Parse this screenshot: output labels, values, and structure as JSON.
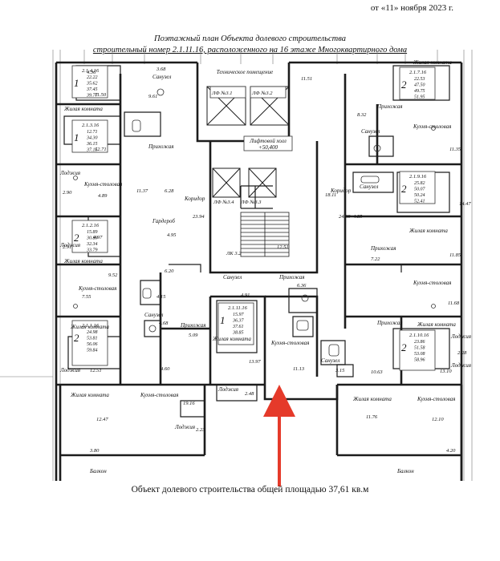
{
  "header": {
    "date": "от «11» ноября 2023 г.",
    "title_line1": "Поэтажный план Объекта долевого строительства",
    "title_line2": "строительный номер 2.1.11.16, расположенного на 16 этаже Многоквартирного дома"
  },
  "caption": "Объект долевого строительства общей площадью 37,61 кв.м",
  "colors": {
    "arrow": "#e53a2a",
    "line": "#1c1c1c"
  },
  "plan": {
    "rooms": {
      "zhilaya": "Жилая комната",
      "kukhnya": "Кухня-столовая",
      "prikhozhaya": "Прихожая",
      "sanuzel": "Санузел",
      "lodzhiya": "Лоджия",
      "balkon": "Балкон",
      "koridor": "Коридор",
      "garderob": "Гардероб",
      "lift_holl": "Лифтовой холл",
      "tekhn": "Техническое помещение"
    },
    "lifts": [
      "ЛФ №3.1",
      "ЛФ №3.2",
      "ЛФ №3.3",
      "ЛФ №3.4"
    ],
    "lk": "ЛК 3.2",
    "lift_level": "+50,400",
    "apartments": [
      {
        "id": "2.1.4.16",
        "rooms": "1",
        "stats": [
          "22.22",
          "35.62",
          "37.45",
          "39.77"
        ]
      },
      {
        "id": "2.1.3.16",
        "rooms": "1",
        "stats": [
          "12.71",
          "34.30",
          "36.15",
          "37.15"
        ]
      },
      {
        "id": "2.1.2.16",
        "rooms": "2",
        "stats": [
          "15.89",
          "30.89",
          "32.34",
          "33.79"
        ]
      },
      {
        "id": "2.1.1.16",
        "rooms": "2",
        "stats": [
          "24.98",
          "53.81",
          "56.06",
          "59.84"
        ]
      },
      {
        "id": "2.1.11.16",
        "rooms": "1",
        "stats": [
          "15.97",
          "36.37",
          "37.61",
          "38.85"
        ]
      },
      {
        "id": "2.1.7.16",
        "rooms": "2",
        "stats": [
          "22.53",
          "47.50",
          "49.75",
          "51.95"
        ]
      },
      {
        "id": "2.1.9.16",
        "rooms": "2",
        "stats": [
          "25.82",
          "50.07",
          "50.24",
          "52.41"
        ]
      },
      {
        "id": "2.1.10.16",
        "rooms": "2",
        "stats": [
          "23.86",
          "51.58",
          "53.08",
          "58.96"
        ]
      }
    ],
    "dims": [
      "4.36",
      "3.68",
      "11.50",
      "9.61",
      "11.51",
      "8.32",
      "12.71",
      "11.35",
      "11.37",
      "6.28",
      "4.89",
      "23.94",
      "18.11",
      "24.09",
      "14.47",
      "2.90",
      "4.85",
      "2.91",
      "4.95",
      "12.51",
      "11.85",
      "4.97",
      "7.22",
      "9.52",
      "6.20",
      "4.91",
      "6.36",
      "7.55",
      "4.15",
      "11.68",
      "4.68",
      "5.09",
      "4.60",
      "13.97",
      "11.13",
      "2.48",
      "2.28",
      "3.15",
      "10.63",
      "13.10",
      "12.51",
      "19.16",
      "2.23",
      "12.47",
      "11.76",
      "12.10",
      "3.80",
      "4.20"
    ]
  }
}
